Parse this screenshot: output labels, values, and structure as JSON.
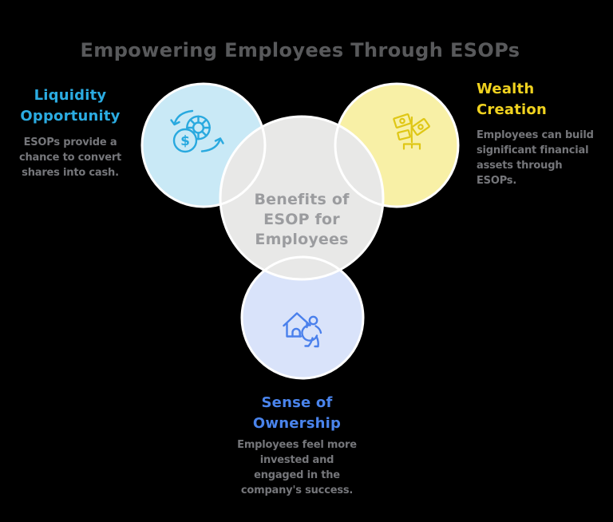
{
  "page": {
    "background": "#000000"
  },
  "title": {
    "text": "Empowering Employees Through ESOPs",
    "color": "#58595B"
  },
  "diagram": {
    "ring_color": "#FFFFFF",
    "body_text_color": "#75767A",
    "center": {
      "label": "Benefits of\nESOP for\nEmployees",
      "circle_fill": "#E8E8E7",
      "text_color": "#9B9C9F"
    },
    "nodes": [
      {
        "id": "liquidity-opportunity",
        "heading": "Liquidity\nOpportunity",
        "heading_color": "#2BACE2",
        "body": "ESOPs provide a\nchance to convert\nshares into cash.",
        "circle_fill": "#C9E9F6",
        "icon": "exchange-coins-icon",
        "icon_color": "#29A9DF"
      },
      {
        "id": "wealth-creation",
        "heading": "Wealth\nCreation",
        "heading_color": "#F0D21F",
        "body": "Employees can build\nsignificant financial\nassets through\nESOPs.",
        "circle_fill": "#F8F0A6",
        "icon": "money-plant-icon",
        "icon_color": "#DFC715"
      },
      {
        "id": "sense-of-ownership",
        "heading": "Sense of\nOwnership",
        "heading_color": "#4A84EC",
        "body": "Employees feel more\ninvested and\nengaged in the\ncompany's success.",
        "circle_fill": "#D9E3FA",
        "icon": "house-person-icon",
        "icon_color": "#4A80EC"
      }
    ]
  },
  "icons": {
    "dollar_sign": "$"
  }
}
